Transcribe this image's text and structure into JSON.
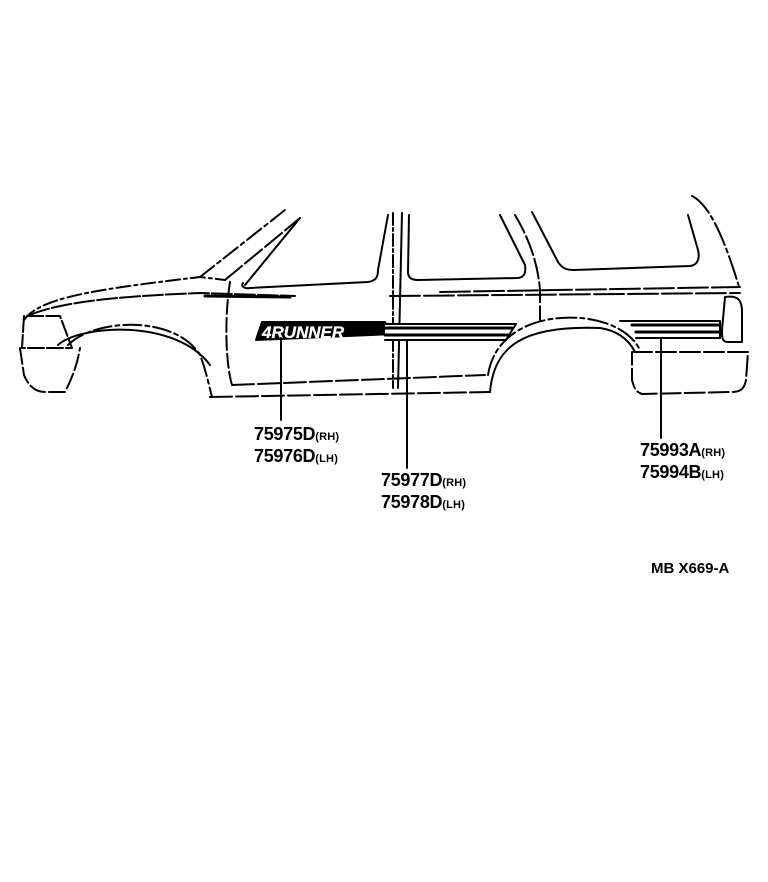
{
  "diagram": {
    "subject": "4Runner side view - body stripes and emblem",
    "emblem_text": "4RUNNER",
    "callouts": [
      {
        "id": "emblem",
        "lines": [
          {
            "part": "75975D",
            "side": "(RH)"
          },
          {
            "part": "75976D",
            "side": "(LH)"
          }
        ]
      },
      {
        "id": "front-stripe",
        "lines": [
          {
            "part": "75977D",
            "side": "(RH)"
          },
          {
            "part": "75978D",
            "side": "(LH)"
          }
        ]
      },
      {
        "id": "rear-stripe",
        "lines": [
          {
            "part": "75993A",
            "side": "(RH)"
          },
          {
            "part": "75994B",
            "side": "(LH)"
          }
        ]
      }
    ],
    "figure_code": "MB X669-A"
  }
}
